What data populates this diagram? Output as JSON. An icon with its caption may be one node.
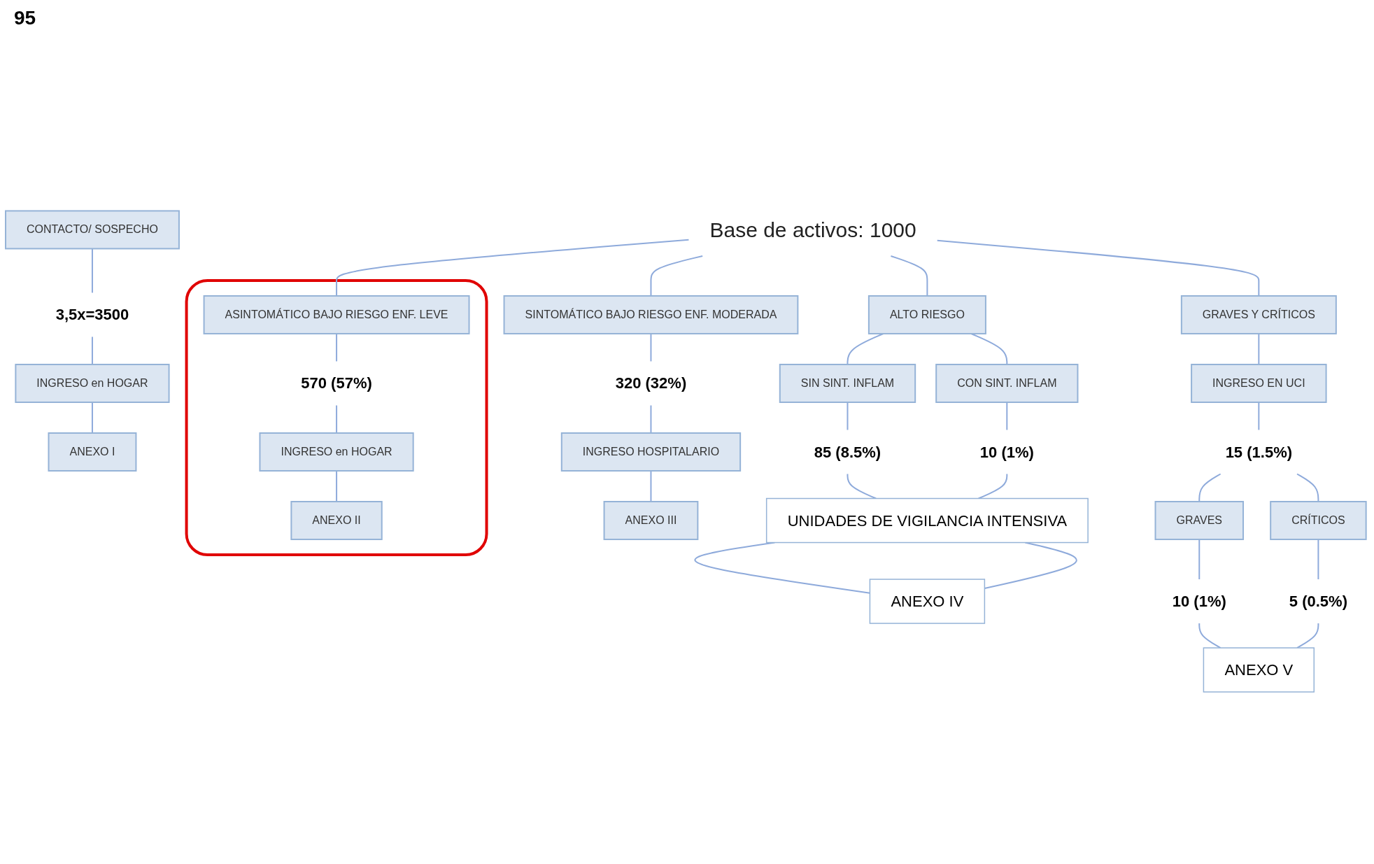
{
  "diagram": {
    "nodes": [
      {
        "text": [
          "CONTACTO/ SOSPECHO"
        ]
      },
      {
        "text": [
          "3,5x=3500"
        ]
      },
      {
        "text": [
          "INGRESO en HOGAR"
        ]
      },
      {
        "text": [
          "ANEXO I"
        ]
      },
      {
        "text": [
          "Base de activos: 1000"
        ]
      },
      {
        "text": [],
        "shape": "box"
      },
      {
        "text": [
          "ASINTOMÁTICO BAJO RIESGO ENF. LEVE"
        ],
        "in": 5
      },
      {
        "text": [
          "570 (57%)"
        ],
        "in": 5
      },
      {
        "text": [
          "INGRESO en HOGAR"
        ],
        "in": 5
      },
      {
        "text": [
          "ANEXO II"
        ],
        "in": 5
      },
      {
        "text": [
          "SINTOMÁTICO BAJO RIESGO ENF. MODERADA"
        ]
      },
      {
        "text": [
          "320 (32%)"
        ]
      },
      {
        "text": [
          "INGRESO HOSPITALARIO"
        ]
      },
      {
        "text": [
          "ANEXO III"
        ]
      },
      {
        "text": [
          "ALTO RIESGO"
        ]
      },
      {
        "text": [
          "SIN SINT. INFLAM"
        ]
      },
      {
        "text": [
          "CON SINT. INFLAM"
        ]
      },
      {
        "text": [
          "85 (8.5%)"
        ]
      },
      {
        "text": [
          "10 (1%)"
        ]
      },
      {
        "text": [
          "UNIDADES DE VIGILANCIA INTENSIVA"
        ]
      },
      {
        "text": [
          "ANEXO IV"
        ]
      },
      {
        "text": [
          "GRAVES Y CRÍTICOS"
        ]
      },
      {
        "text": [
          "INGRESO EN UCI"
        ]
      },
      {
        "text": [
          "15 (1.5%)"
        ]
      },
      {
        "text": [
          "GRAVES"
        ]
      },
      {
        "text": [
          "CRÍTICOS"
        ]
      },
      {
        "text": [
          "10 (1%)"
        ]
      },
      {
        "text": [
          "5 (0.5%)"
        ]
      },
      {
        "text": [
          "ANEXO V"
        ]
      }
    ],
    "edges": [
      {
        "from": 0,
        "to": 1,
        "arrow": "none"
      },
      {
        "from": 1,
        "to": 2,
        "arrow": "none"
      },
      {
        "from": 2,
        "to": 3,
        "arrow": "none"
      },
      {
        "from": 4,
        "to": 6,
        "arrow": "none"
      },
      {
        "from": 4,
        "to": 10,
        "arrow": "none"
      },
      {
        "from": 4,
        "to": 14,
        "arrow": "none"
      },
      {
        "from": 4,
        "to": 21,
        "arrow": "none"
      },
      {
        "from": 6,
        "to": 7,
        "arrow": "none"
      },
      {
        "from": 7,
        "to": 8,
        "arrow": "none"
      },
      {
        "from": 8,
        "to": 9,
        "arrow": "none"
      },
      {
        "from": 10,
        "to": 11,
        "arrow": "none"
      },
      {
        "from": 11,
        "to": 12,
        "arrow": "none"
      },
      {
        "from": 12,
        "to": 13,
        "arrow": "none"
      },
      {
        "from": 14,
        "to": 15,
        "arrow": "none"
      },
      {
        "from": 14,
        "to": 16,
        "arrow": "none"
      },
      {
        "from": 15,
        "to": 17,
        "arrow": "none"
      },
      {
        "from": 16,
        "to": 18,
        "arrow": "none"
      },
      {
        "from": 17,
        "to": 19,
        "arrow": "none"
      },
      {
        "from": 18,
        "to": 19,
        "arrow": "none"
      },
      {
        "from": 19,
        "to": 20,
        "arrow": "none"
      },
      {
        "from": 19,
        "to": 20,
        "arrow": "none"
      },
      {
        "from": 21,
        "to": 22,
        "arrow": "none"
      },
      {
        "from": 22,
        "to": 23,
        "arrow": "none"
      },
      {
        "from": 23,
        "to": 24,
        "arrow": "none"
      },
      {
        "from": 23,
        "to": 25,
        "arrow": "none"
      },
      {
        "from": 24,
        "to": 26,
        "arrow": "none"
      },
      {
        "from": 25,
        "to": 27,
        "arrow": "none"
      },
      {
        "from": 26,
        "to": 28,
        "arrow": "none"
      },
      {
        "from": 27,
        "to": 28,
        "arrow": "none"
      }
    ],
    "labels": [
      "95"
    ]
  }
}
